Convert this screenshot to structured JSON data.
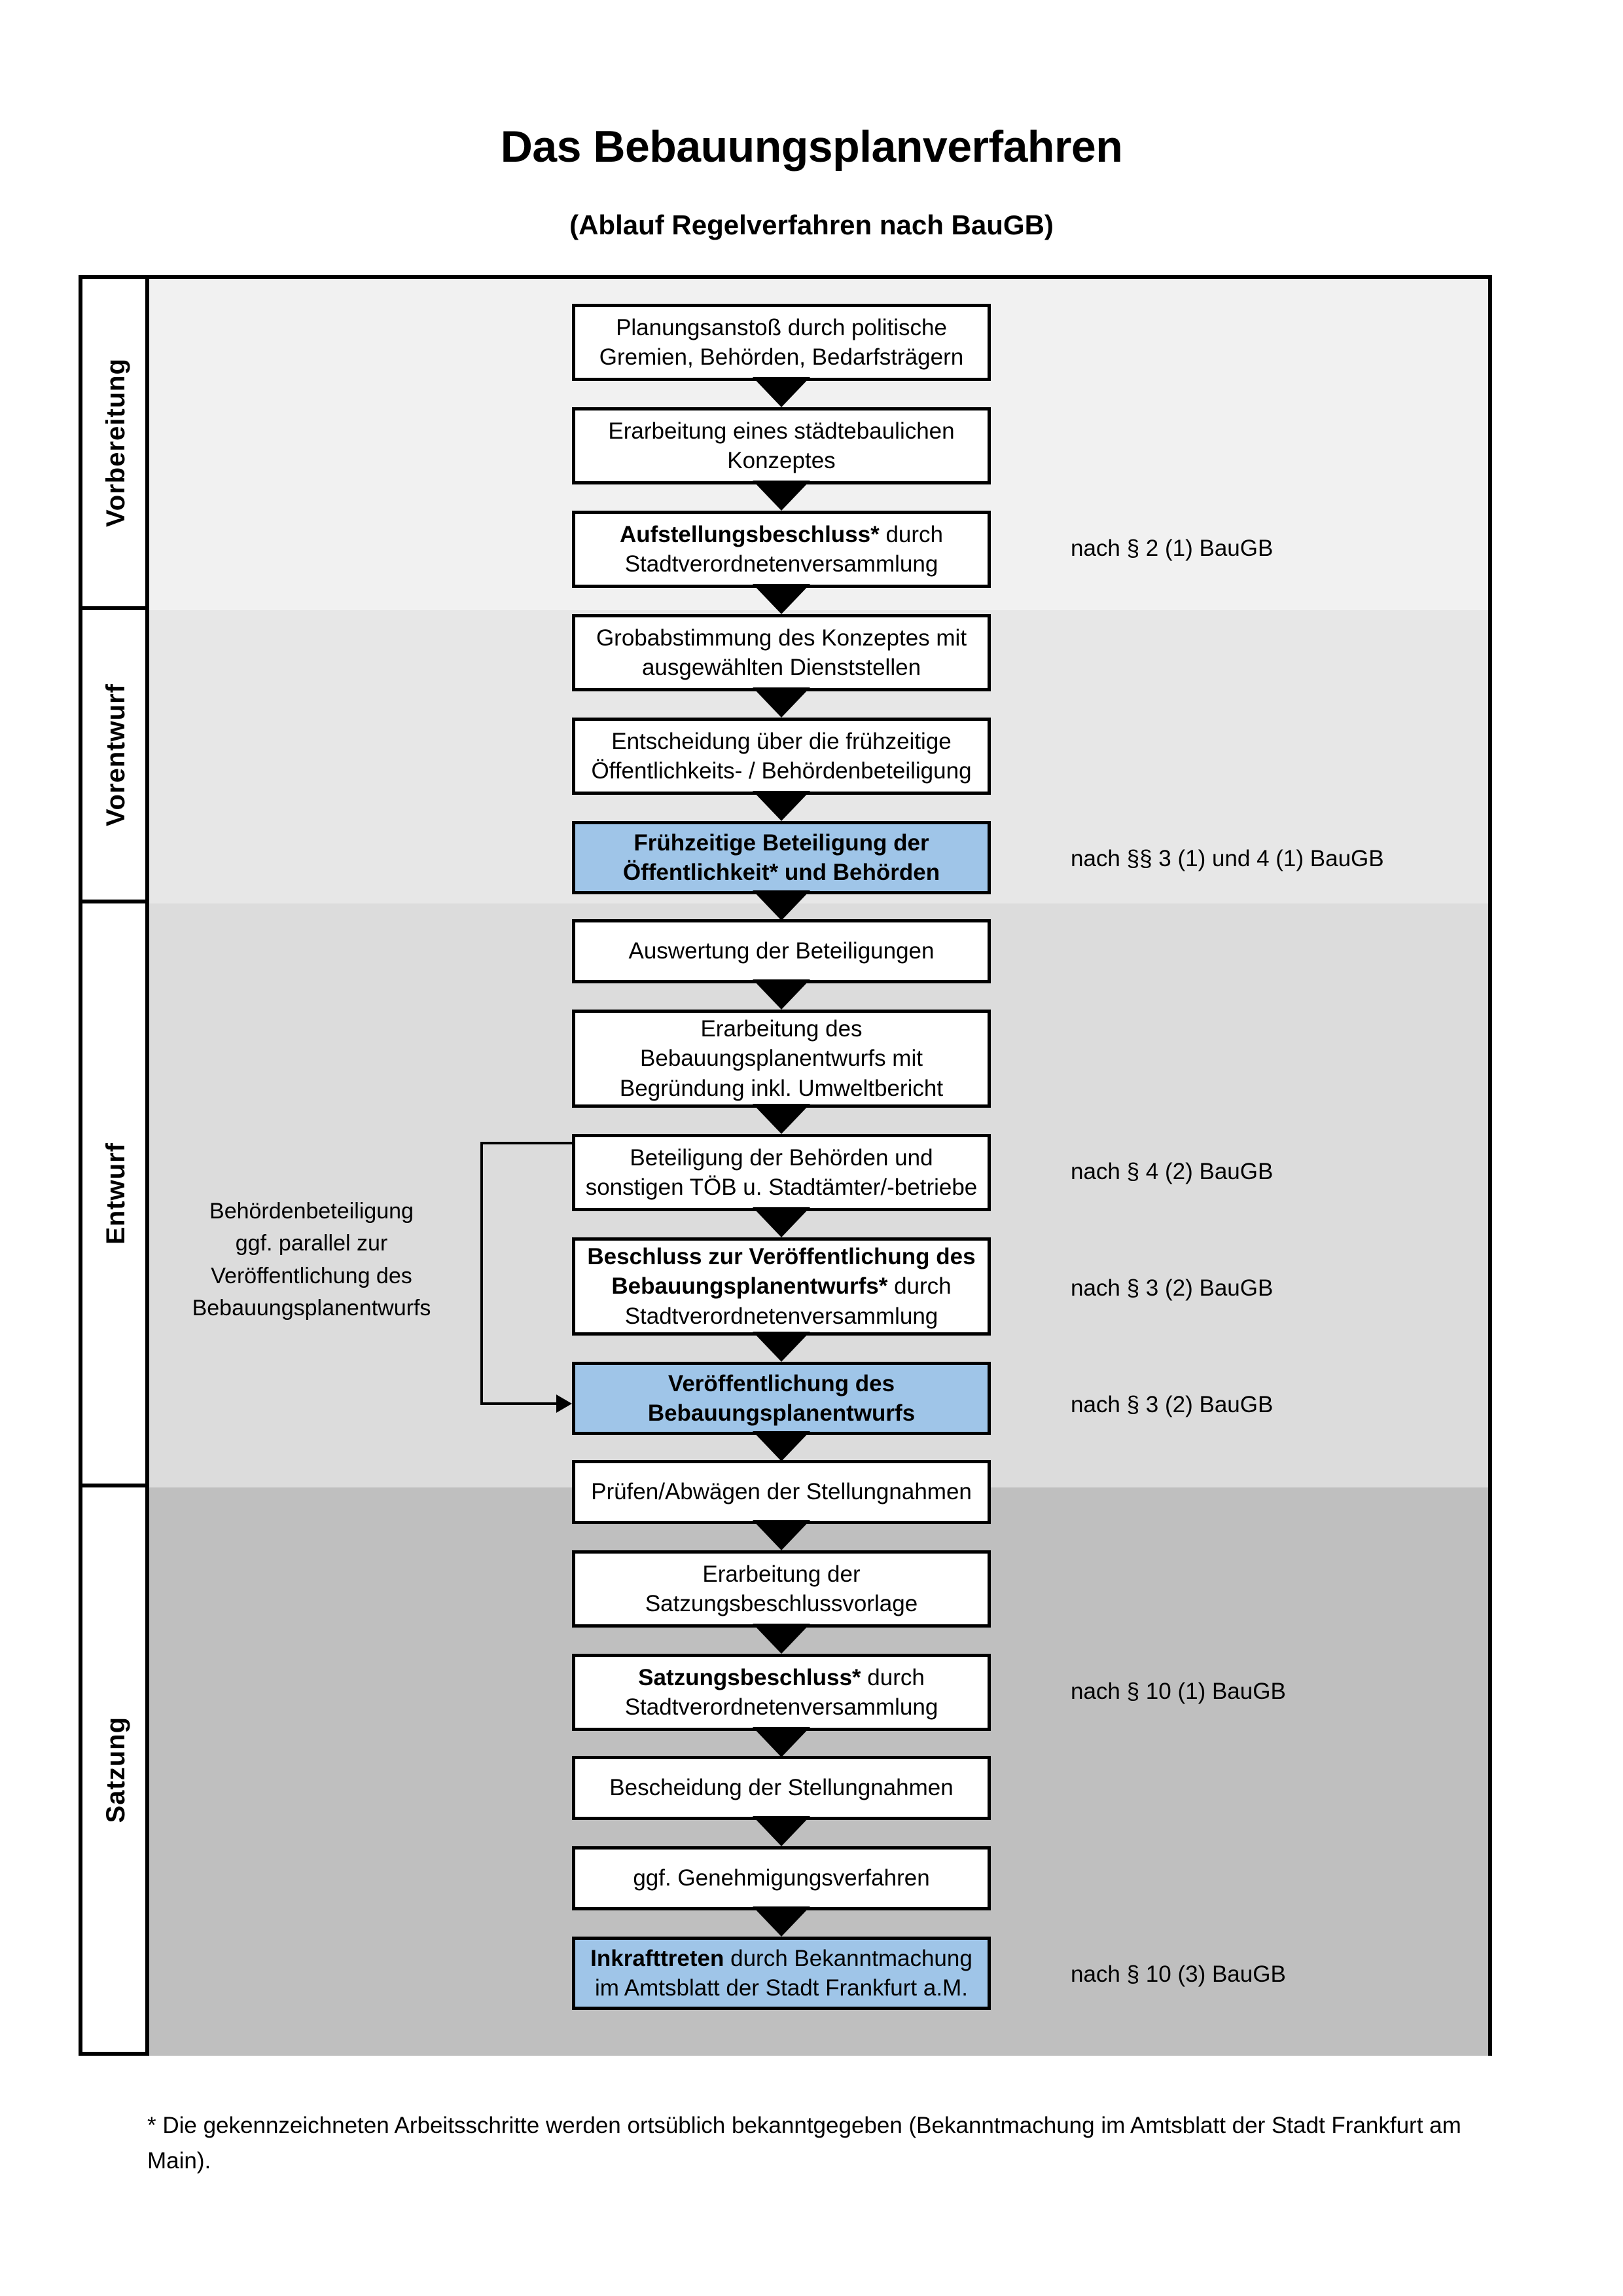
{
  "document": {
    "title": "Das Bebauungsplanverfahren",
    "subtitle": "(Ablauf Regelverfahren nach BauGB)",
    "footnote": "* Die gekennzeichneten Arbeitsschritte werden ortsüblich bekanntgegeben (Bekanntmachung im Amtsblatt  der Stadt Frankfurt am Main)."
  },
  "colors": {
    "highlight_box": "#9FC5E8",
    "band_vorbereitung": "#F1F1F1",
    "band_vorentwurf": "#E7E7E7",
    "band_entwurf": "#DCDCDC",
    "band_satzung": "#BFBFBF",
    "border": "#000000"
  },
  "phases": [
    {
      "label": "Vorbereitung"
    },
    {
      "label": "Vorentwurf"
    },
    {
      "label": "Entwurf"
    },
    {
      "label": "Satzung"
    }
  ],
  "steps": [
    {
      "id": 1,
      "phase": "Vorbereitung",
      "highlight": false,
      "line1": "Planungsanstoß durch politische",
      "line2": "Gremien, Behörden, Bedarfsträgern",
      "bold_prefix": ""
    },
    {
      "id": 2,
      "phase": "Vorbereitung",
      "highlight": false,
      "line1": "Erarbeitung eines städtebaulichen",
      "line2": "Konzeptes",
      "bold_prefix": ""
    },
    {
      "id": 3,
      "phase": "Vorbereitung",
      "highlight": false,
      "line1": "Aufstellungsbeschluss* durch",
      "line2": "Stadtverordnetenversammlung",
      "bold_prefix": "Aufstellungsbeschluss*"
    },
    {
      "id": 4,
      "phase": "Vorentwurf",
      "highlight": false,
      "line1": "Grobabstimmung des Konzeptes mit",
      "line2": "ausgewählten Dienststellen",
      "bold_prefix": ""
    },
    {
      "id": 5,
      "phase": "Vorentwurf",
      "highlight": false,
      "line1": "Entscheidung über die frühzeitige",
      "line2": "Öffentlichkeits- / Behördenbeteiligung",
      "bold_prefix": ""
    },
    {
      "id": 6,
      "phase": "Vorentwurf",
      "highlight": true,
      "line1": "Frühzeitige Beteiligung der",
      "line2": "Öffentlichkeit* und Behörden",
      "bold_prefix": "all"
    },
    {
      "id": 7,
      "phase": "Entwurf",
      "highlight": false,
      "line1": "Auswertung der Beteiligungen",
      "line2": "",
      "bold_prefix": ""
    },
    {
      "id": 8,
      "phase": "Entwurf",
      "highlight": false,
      "line1": "Erarbeitung des",
      "line2": "Bebauungsplanentwurfs mit",
      "line3": "Begründung inkl. Umweltbericht",
      "bold_prefix": ""
    },
    {
      "id": 9,
      "phase": "Entwurf",
      "highlight": false,
      "line1": "Beteiligung der Behörden und",
      "line2": "sonstigen TÖB u. Stadtämter/-betriebe",
      "bold_prefix": ""
    },
    {
      "id": 10,
      "phase": "Entwurf",
      "highlight": false,
      "line1": "Beschluss zur Veröffentlichung des",
      "line2": "Bebauungsplanentwurfs* durch",
      "line3": "Stadtverordnetenversammlung",
      "bold_prefix": "Beschluss zur Veröffentlichung des Bebauungsplanentwurfs*"
    },
    {
      "id": 11,
      "phase": "Entwurf",
      "highlight": true,
      "line1": "Veröffentlichung des",
      "line2": "Bebauungsplanentwurfs",
      "bold_prefix": "all"
    },
    {
      "id": 12,
      "phase": "Satzung",
      "highlight": false,
      "line1": "Prüfen/Abwägen der Stellungnahmen",
      "line2": "",
      "bold_prefix": ""
    },
    {
      "id": 13,
      "phase": "Satzung",
      "highlight": false,
      "line1": "Erarbeitung der",
      "line2": "Satzungsbeschlussvorlage",
      "bold_prefix": ""
    },
    {
      "id": 14,
      "phase": "Satzung",
      "highlight": false,
      "line1": "Satzungsbeschluss* durch",
      "line2": "Stadtverordnetenversammlung",
      "bold_prefix": "Satzungsbeschluss*"
    },
    {
      "id": 15,
      "phase": "Satzung",
      "highlight": false,
      "line1": "Bescheidung der Stellungnahmen",
      "line2": "",
      "bold_prefix": ""
    },
    {
      "id": 16,
      "phase": "Satzung",
      "highlight": false,
      "line1": "ggf. Genehmigungsverfahren",
      "line2": "",
      "bold_prefix": ""
    },
    {
      "id": 17,
      "phase": "Satzung",
      "highlight": true,
      "line1": "Inkrafttreten durch Bekanntmachung",
      "line2": "im Amtsblatt der Stadt Frankfurt a.M.",
      "bold_prefix": "Inkrafttreten"
    }
  ],
  "law_references": [
    {
      "id": "ref1",
      "text": "nach § 2 (1) BauGB",
      "for_step": 3
    },
    {
      "id": "ref2",
      "text": "nach §§ 3 (1) und 4 (1) BauGB",
      "for_step": 6
    },
    {
      "id": "ref3",
      "text": "nach § 4 (2) BauGB",
      "for_step": 9
    },
    {
      "id": "ref4",
      "text": "nach § 3 (2) BauGB",
      "for_step": 10
    },
    {
      "id": "ref5",
      "text": "nach § 3 (2) BauGB",
      "for_step": 11
    },
    {
      "id": "ref6",
      "text": "nach § 10 (1) BauGB",
      "for_step": 14
    },
    {
      "id": "ref7",
      "text": "nach § 10 (3) BauGB",
      "for_step": 17
    }
  ],
  "side_note": {
    "line1": "Behördenbeteiligung",
    "line2": "ggf. parallel zur",
    "line3": "Veröffentlichung des",
    "line4": "Bebauungsplanentwurfs"
  }
}
